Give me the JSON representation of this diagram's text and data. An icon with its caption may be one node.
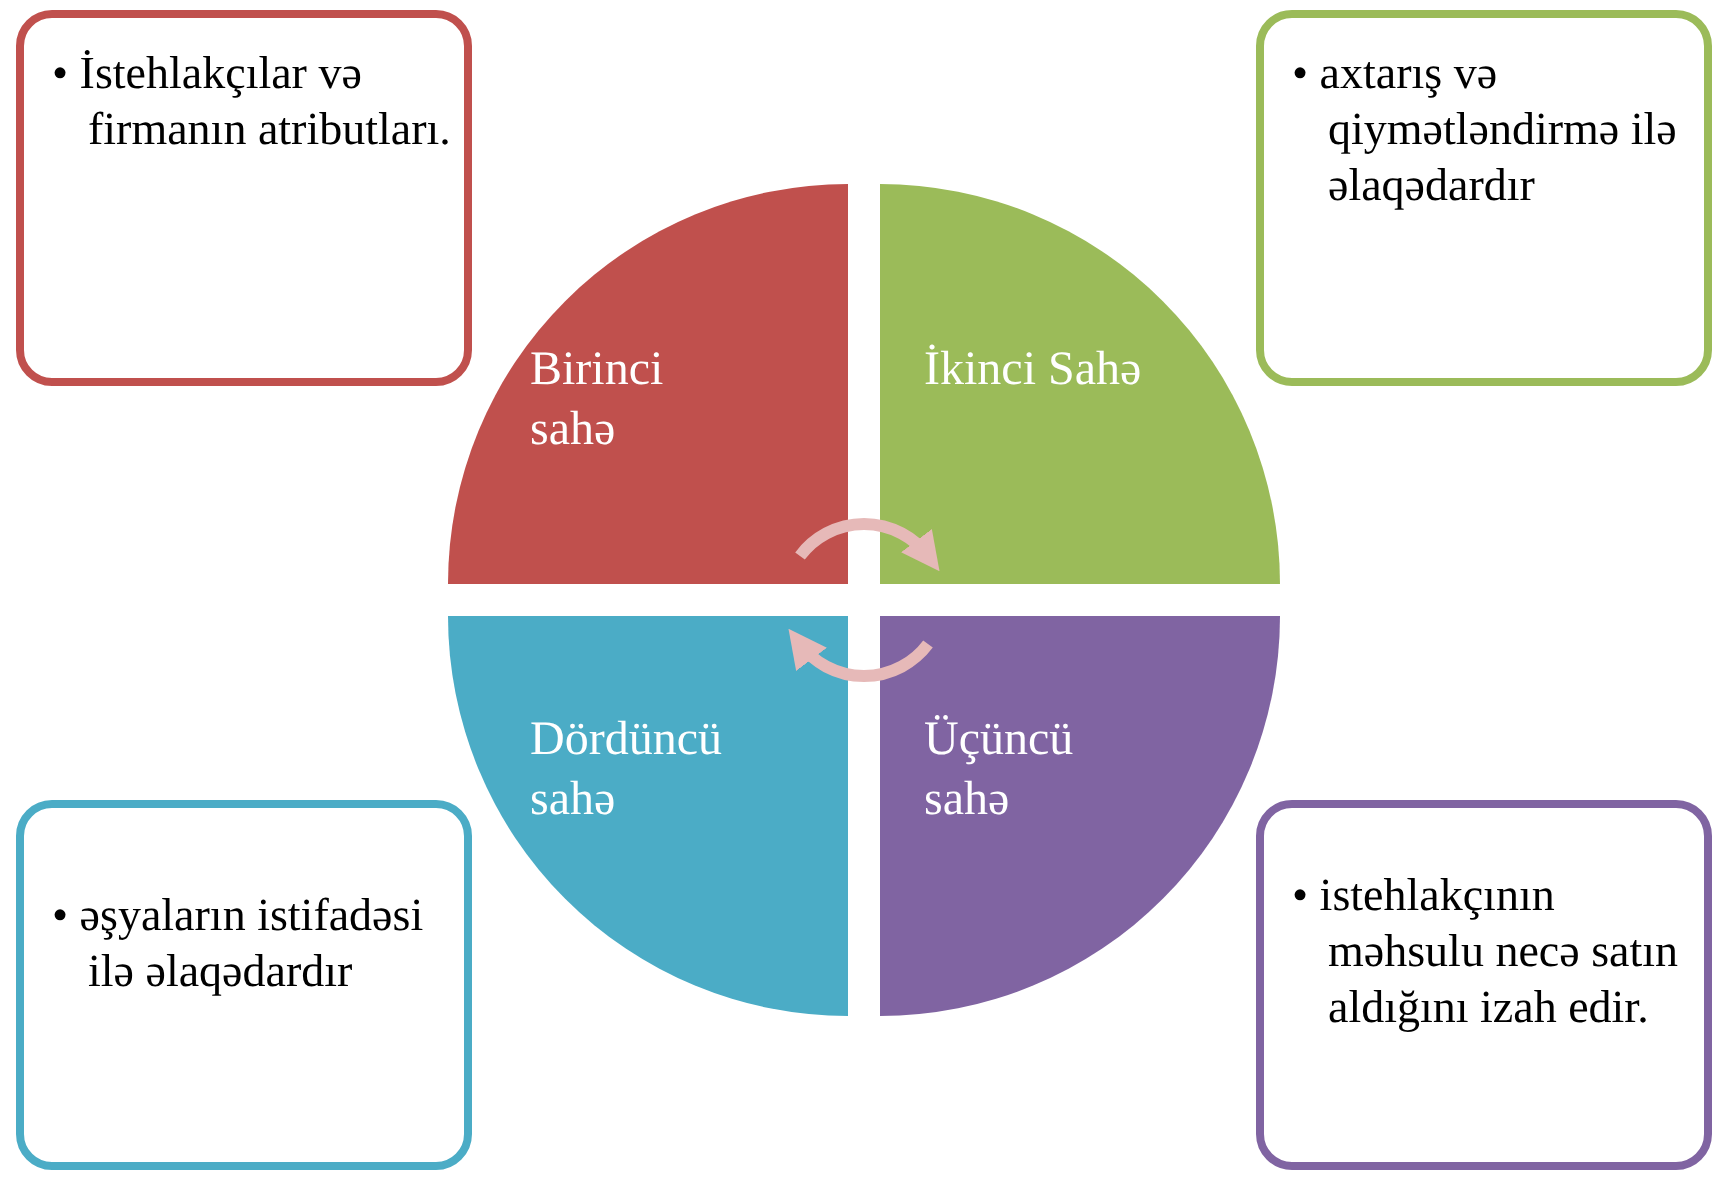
{
  "diagram": {
    "nodes": [
      {
        "text": [
          "• İstehlakçılar və firmanın atributları."
        ]
      },
      {
        "text": [
          "• axtarış və qiymətləndirmə ilə əlaqədardır"
        ]
      },
      {
        "text": [
          "Birinci sahə"
        ]
      },
      {
        "text": [
          "İkinci Sahə"
        ]
      },
      {
        "text": [
          "Dördüncü sahə"
        ]
      },
      {
        "text": [
          "Üçüncü sahə"
        ]
      },
      {
        "text": [
          "• əşyaların istifadəsi ilə əlaqədardır"
        ]
      },
      {
        "text": [
          "• istehlakçının məhsulu necə satın aldığını izah edir."
        ]
      }
    ],
    "edges": [
      {
        "from": 2,
        "to": 3,
        "arrow": "to"
      },
      {
        "from": 5,
        "to": 4,
        "arrow": "to"
      }
    ]
  }
}
